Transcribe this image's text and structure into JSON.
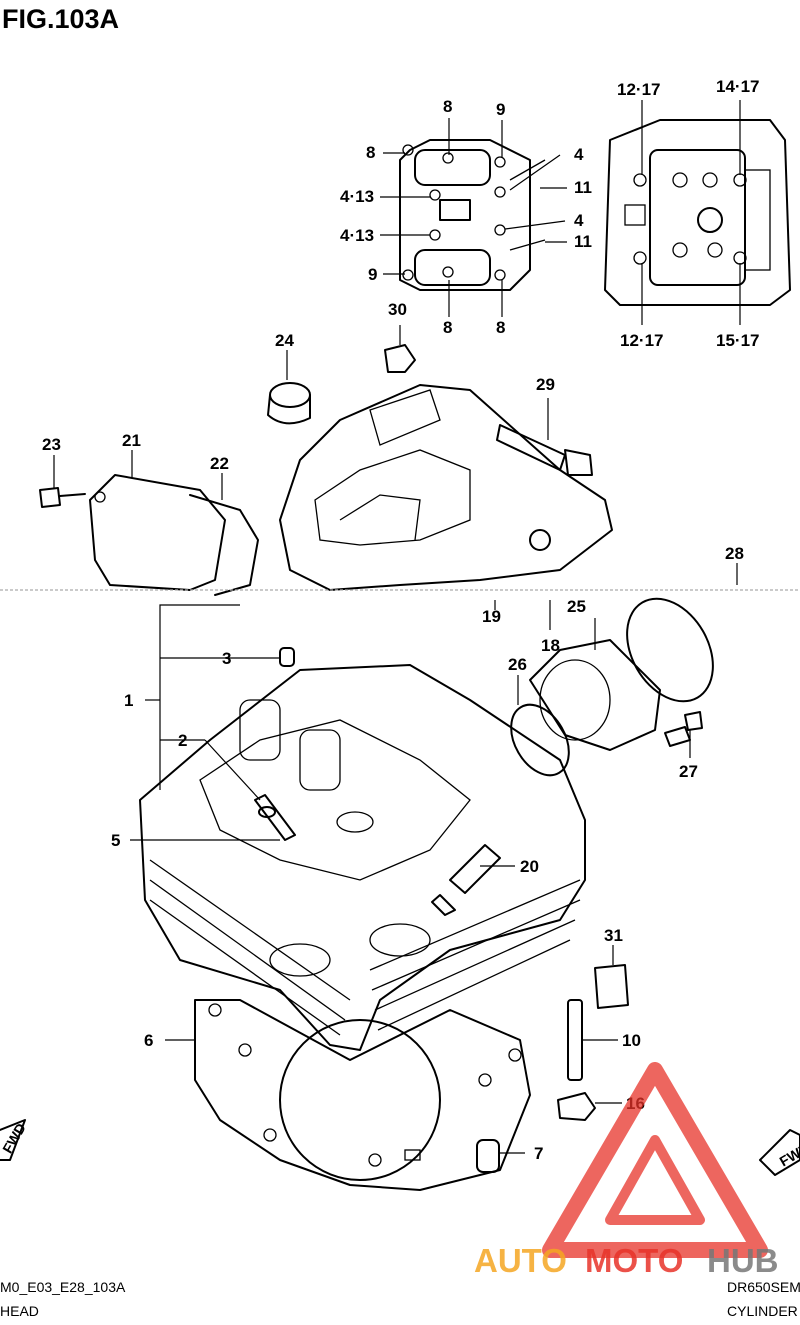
{
  "figure": {
    "title": "FIG.103A"
  },
  "footer": {
    "left_code": "M0_E03_E28_103A",
    "left_name": "HEAD",
    "right_code": "DR650SEM",
    "right_name": "CYLINDER"
  },
  "fwd_label": "FWD",
  "watermark": {
    "text_part1": "AUTO",
    "text_part2": "MOTO",
    "text_part3": "HUB",
    "color_orange": "#f5a623",
    "color_red": "#e8332a"
  },
  "callouts": {
    "c1": "1",
    "c2": "2",
    "c3": "3",
    "c5": "5",
    "c6": "6",
    "c7": "7",
    "c10": "10",
    "c16": "16",
    "c18": "18",
    "c19": "19",
    "c20": "20",
    "c21": "21",
    "c22": "22",
    "c23": "23",
    "c24": "24",
    "c25": "25",
    "c26": "26",
    "c27": "27",
    "c28": "28",
    "c29": "29",
    "c30": "30",
    "c31": "31",
    "i8a": "8",
    "i9a": "9",
    "i8b": "8",
    "i4a": "4",
    "i413a": "4·13",
    "i11a": "11",
    "i4b": "4",
    "i413b": "4·13",
    "i11b": "11",
    "i9b": "9",
    "i8c": "8",
    "i8d": "8",
    "i1217a": "12·17",
    "i1417": "14·17",
    "i1217b": "12·17",
    "i1517": "15·17"
  }
}
